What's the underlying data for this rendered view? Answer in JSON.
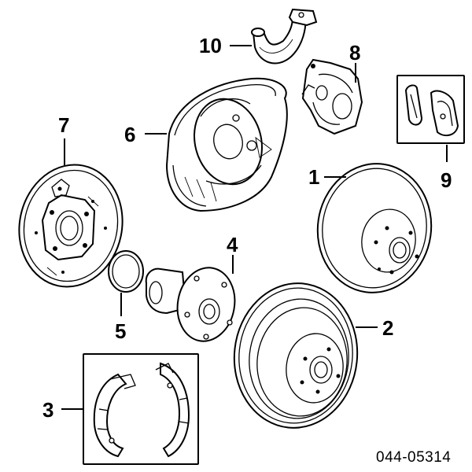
{
  "diagram_code": "044-05314",
  "callouts": [
    {
      "id": "1",
      "label": "1"
    },
    {
      "id": "2",
      "label": "2"
    },
    {
      "id": "3",
      "label": "3"
    },
    {
      "id": "4",
      "label": "4"
    },
    {
      "id": "5",
      "label": "5"
    },
    {
      "id": "6",
      "label": "6"
    },
    {
      "id": "7",
      "label": "7"
    },
    {
      "id": "8",
      "label": "8"
    },
    {
      "id": "9",
      "label": "9"
    },
    {
      "id": "10",
      "label": "10"
    }
  ]
}
